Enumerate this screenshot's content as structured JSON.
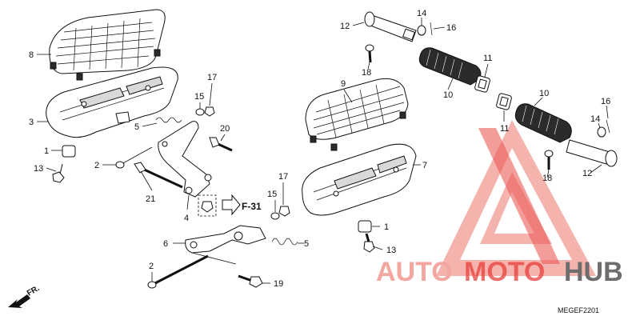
{
  "diagram": {
    "callouts": {
      "c8": "8",
      "c3": "3",
      "c1a": "1",
      "c13a": "13",
      "c2a": "2",
      "c5a": "5",
      "c21": "21",
      "c4": "4",
      "c20": "20",
      "c15a": "15",
      "c17a": "17",
      "c6": "6",
      "c2b": "2",
      "c19": "19",
      "c17b": "17",
      "c15b": "15",
      "c5b": "5",
      "c12a": "12",
      "c18a": "18",
      "c14a": "14",
      "c16a": "16",
      "c11a": "11",
      "c10a": "10",
      "c9": "9",
      "c7": "7",
      "c1b": "1",
      "c13b": "13",
      "c11b": "11",
      "c10b": "10",
      "c16b": "16",
      "c14b": "14",
      "c18b": "18",
      "c12b": "12"
    },
    "ref_label": "F-31",
    "direction_label": "FR.",
    "diagram_code": "MEGEF2201"
  },
  "watermark": {
    "part1": "AUTO",
    "part2": "MOTO",
    "part3": "HUB",
    "color_light": "#f4a6a0",
    "color_red": "#e8403a",
    "color_grey": "#6d6d6d"
  }
}
